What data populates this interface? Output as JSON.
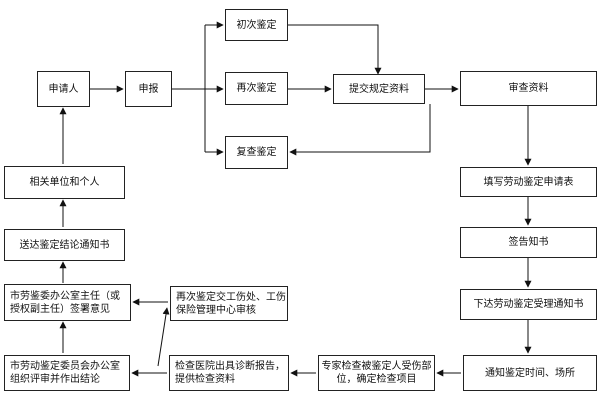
{
  "nodes": {
    "applicant": "申请人",
    "declare": "申报",
    "first_appraisal": "初次鉴定",
    "second_appraisal": "再次鉴定",
    "review_appraisal": "复查鉴定",
    "submit_materials": "提交规定资料",
    "review_materials": "审查资料",
    "fill_form": "填写劳动鉴定申请表",
    "notice_book": "签告知书",
    "issue_acceptance": "下达劳动鉴定受理通知书",
    "notify_time_place": "通知鉴定时间、场所",
    "expert_exam": "专家检查被鉴定人受伤部\n位，确定检查项目",
    "hospital_report": "检查医院出具诊断报告，\n提供检查资料",
    "committee_review": "市劳动鉴定委员会办公室\n组织评审并作出结论",
    "second_to_injury_office": "再次鉴定交工伤处、工伤\n保险管理中心审核",
    "director_sign": "市劳鉴委办公室主任（或\n授权副主任）签署意见",
    "deliver_notice": "送达鉴定结论通知书",
    "related_units": "相关单位和个人"
  }
}
